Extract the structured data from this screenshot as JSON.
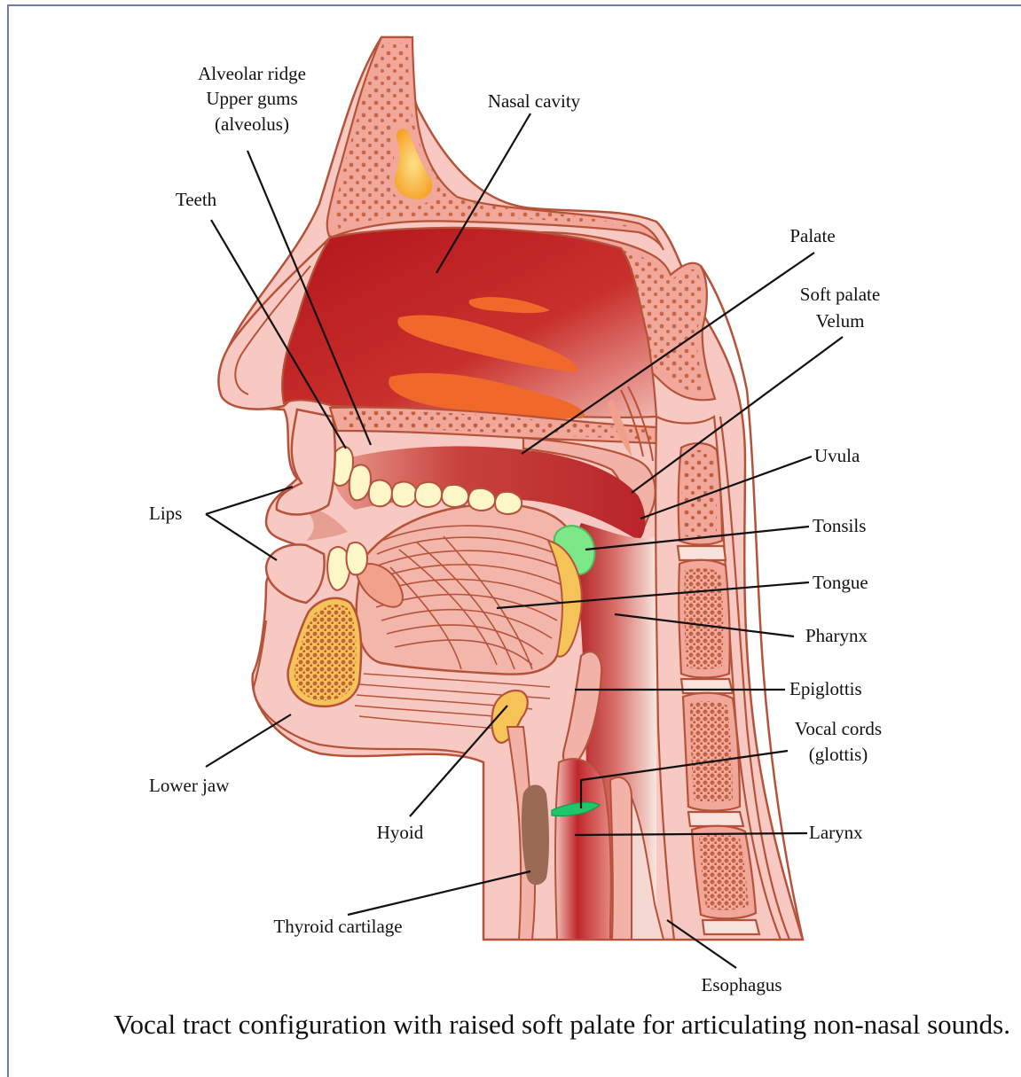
{
  "labels": {
    "alveolar_ridge_line1": "Alveolar ridge",
    "alveolar_ridge_line2": "Upper gums",
    "alveolar_ridge_line3": "(alveolus)",
    "nasal_cavity": "Nasal cavity",
    "teeth": "Teeth",
    "palate": "Palate",
    "soft_palate_line1": "Soft palate",
    "soft_palate_line2": "Velum",
    "uvula": "Uvula",
    "lips": "Lips",
    "tonsils": "Tonsils",
    "tongue": "Tongue",
    "pharynx": "Pharynx",
    "epiglottis": "Epiglottis",
    "vocal_cords_line1": "Vocal cords",
    "vocal_cords_line2": "(glottis)",
    "lower_jaw": "Lower jaw",
    "hyoid": "Hyoid",
    "larynx": "Larynx",
    "thyroid_cartilage": "Thyroid cartilage",
    "esophagus": "Esophagus"
  },
  "caption": "Vocal tract configuration with raised soft palate for articulating non-nasal sounds.",
  "colors": {
    "skin": "#f7c9c2",
    "outline": "#b5533a",
    "bone": "#f1a79a",
    "cavity_dark": "#b3151c",
    "cavity_light": "#e8948a",
    "turbinate": "#f0682a",
    "sinus": "#f7a21a",
    "teeth": "#fcf6c8",
    "tonsil": "#7ee889",
    "hyoid": "#f6c358",
    "thyroid": "#9a6a55",
    "vocal_cord": "#1fc76a",
    "frame": "#6e7fa6"
  }
}
